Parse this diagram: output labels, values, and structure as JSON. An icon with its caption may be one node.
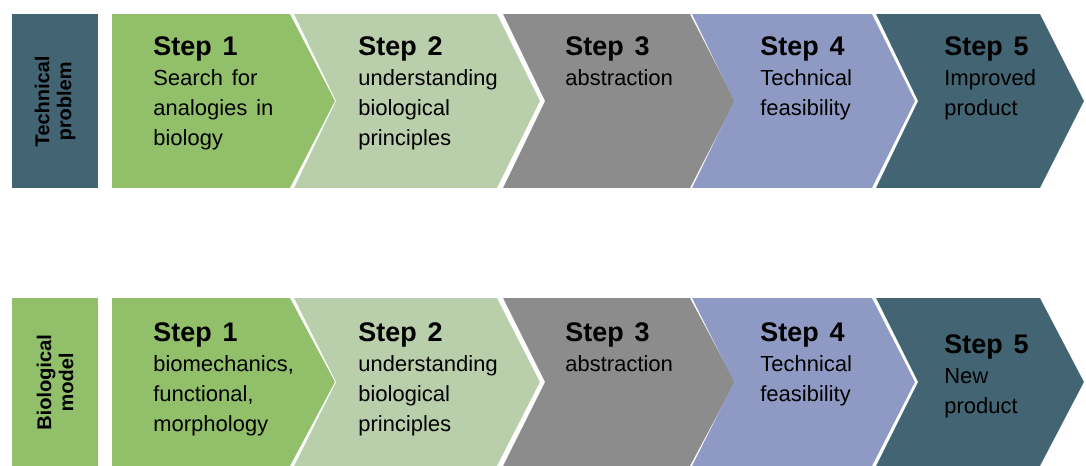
{
  "diagram": {
    "nodes": [
      {
        "text": [
          "Technical problem"
        ]
      },
      {
        "text": [
          "Step 1",
          "Search for analogies in biology"
        ]
      },
      {
        "text": [
          "Step 2",
          "understanding biological principles"
        ]
      },
      {
        "text": [
          "Step 3",
          "abstraction"
        ]
      },
      {
        "text": [
          "Step 4",
          "Technical feasibility"
        ]
      },
      {
        "text": [
          "Step 5",
          "Improved product"
        ]
      },
      {
        "text": [
          "Biological model"
        ]
      },
      {
        "text": [
          "Step 1",
          "biomechanics, functional, morphology"
        ]
      },
      {
        "text": [
          "Step 2",
          "understanding biological principles"
        ]
      },
      {
        "text": [
          "Step 3",
          "abstraction"
        ]
      },
      {
        "text": [
          "Step 4",
          "Technical feasibility"
        ]
      },
      {
        "text": [
          "Step 5",
          "New product"
        ]
      }
    ]
  }
}
